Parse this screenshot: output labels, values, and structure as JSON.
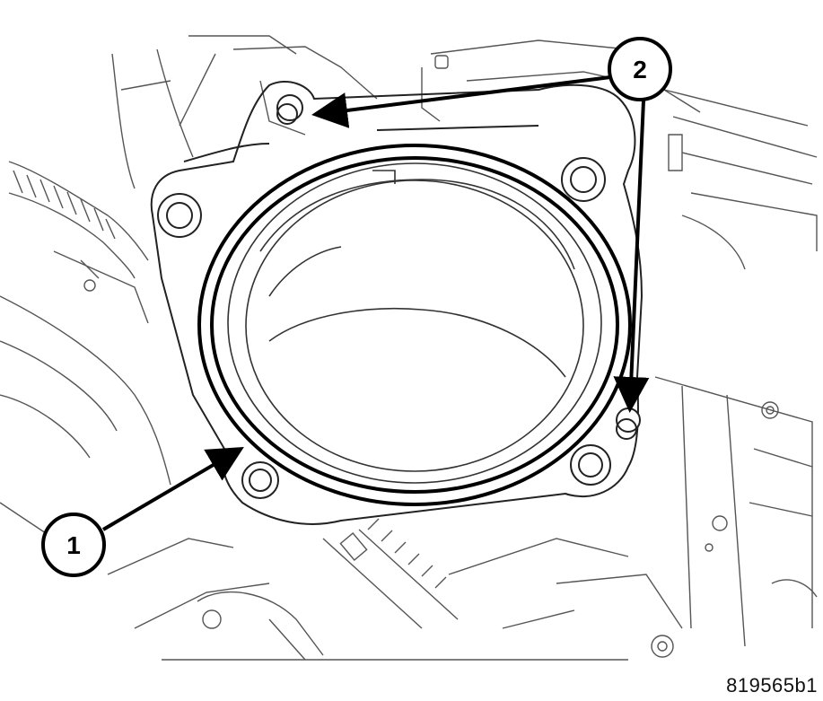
{
  "callouts": [
    {
      "label": "1"
    },
    {
      "label": "2"
    }
  ],
  "figure_id": "819565b1"
}
